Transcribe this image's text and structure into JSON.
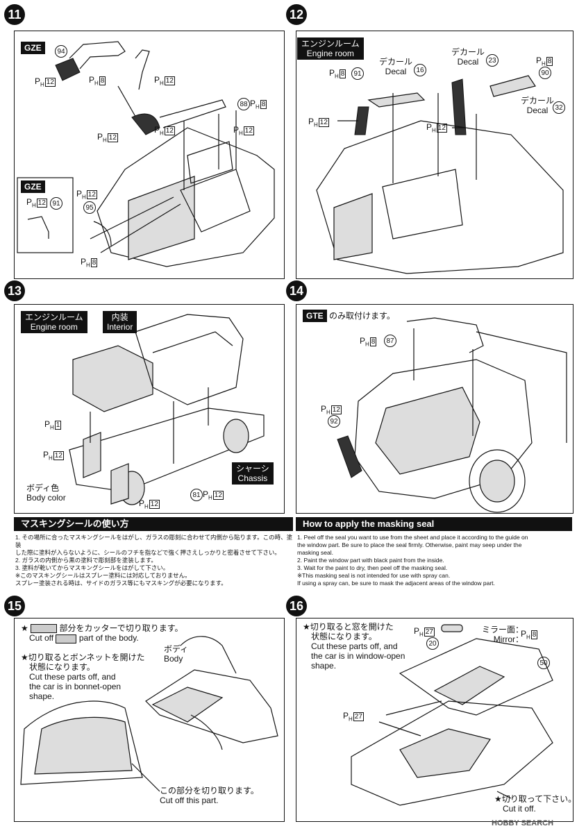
{
  "steps": {
    "s11": {
      "num": "11",
      "gze_tag": "GZE",
      "gze_tag2": "GZE",
      "labels": {
        "p94": "94",
        "ph12a": "12",
        "ph8a": "8",
        "ph12b": "12",
        "p88": "88",
        "ph8b": "8",
        "ph12c": "12",
        "ph12d": "12",
        "ph12e": "12",
        "p91": "91",
        "p95": "95",
        "ph12f": "12",
        "ph8c": "8"
      }
    },
    "s12": {
      "num": "12",
      "room_jp": "エンジンルーム",
      "room_en": "Engine room",
      "decal1_jp": "デカール",
      "decal1_en": "Decal",
      "decal1_no": "16",
      "decal2_jp": "デカール",
      "decal2_en": "Decal",
      "decal2_no": "23",
      "decal3_jp": "デカール",
      "decal3_en": "Decal",
      "decal3_no": "32",
      "p91": "91",
      "p90": "90",
      "ph8a": "8",
      "ph8b": "8",
      "ph12a": "12",
      "ph12b": "12"
    },
    "s13": {
      "num": "13",
      "room_jp": "エンジンルーム",
      "room_en": "Engine room",
      "interior_jp": "内装",
      "interior_en": "Interior",
      "chassis_jp": "シャーシ",
      "chassis_en": "Chassis",
      "body_jp": "ボディ色",
      "body_en": "Body color",
      "ph1": "1",
      "ph12a": "12",
      "ph12b": "12",
      "ph12c": "12",
      "p81": "81"
    },
    "s14": {
      "num": "14",
      "gte_tag": "GTE",
      "gte_text": "のみ取付けます。",
      "p87": "87",
      "ph8": "8",
      "p92": "92",
      "ph12": "12"
    },
    "s15": {
      "num": "15",
      "line1_jp": "部分をカッターで切り取ります。",
      "line1_en_a": "Cut off",
      "line1_en_b": "part of the body.",
      "line2_jp_a": "★切り取るとボンネットを開けた",
      "line2_jp_b": "状態になります。",
      "line2_en_a": "Cut these parts off, and",
      "line2_en_b": "the car is in bonnet-open",
      "line2_en_c": "shape.",
      "body_jp": "ボディ",
      "body_en": "Body",
      "cut_jp": "この部分を切り取ります。",
      "cut_en": "Cut off this part."
    },
    "s16": {
      "num": "16",
      "line1_jp_a": "★切り取ると窓を開けた",
      "line1_jp_b": "状態になります。",
      "line1_en_a": "Cut these parts off, and",
      "line1_en_b": "the car is in window-open",
      "line1_en_c": "shape.",
      "mirror_jp": "ミラー面：",
      "mirror_en": "Mirror：",
      "ph27a": "27",
      "ph27b": "27",
      "ph8": "8",
      "p20": "20",
      "p50": "50",
      "cut_jp": "★切り取って下さい。",
      "cut_en": "Cut it off."
    }
  },
  "masking": {
    "head_jp": "マスキングシールの使い方",
    "head_en": "How to apply the masking seal",
    "jp": [
      "1. その場所に合ったマスキングシールをはがし、ガラスの彫刻に合わせて内側から貼ります。この時、塗装",
      "    した際に塗料が入らないように、シールのフチを指などで強く押さえしっかりと密着させて下さい。",
      "2. ガラスの内側から黒の塗料で彫刻部を塗装します。",
      "3. 塗料が乾いてからマスキングシールをはがして下さい。",
      "※このマスキングシールはスプレー塗料には対応しておりません。",
      "   スプレー塗装される時は、サイドのガラス等にもマスキングが必要になります。"
    ],
    "en": [
      "1.   Peel off the seal you want to use from the sheet and place it according to the guide on",
      "      the window part. Be sure to place the seal firmly. Otherwise, paint may seep under the",
      "      masking seal.",
      "2.   Paint the window part with black paint from the inside.",
      "3.   Wait for the paint to dry, then peel off the masking seal.",
      "※This masking seal is not intended for use with spray can.",
      "   If using a spray can, be sure to mask the adjacent areas of the window part."
    ]
  },
  "watermark": "HOBBY SEARCH",
  "ph_prefix": "P",
  "ph_sub": "H"
}
